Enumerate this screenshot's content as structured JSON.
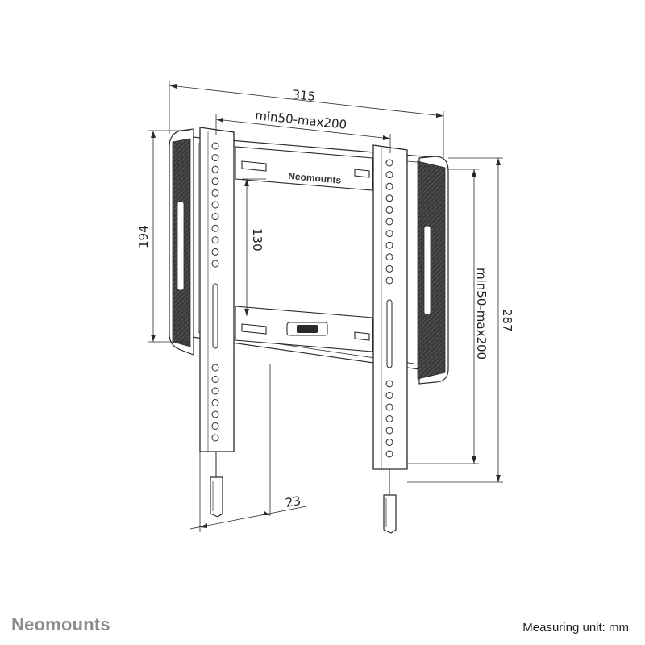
{
  "dimensions": {
    "overall_width": "315",
    "vesa_horizontal": "min50-max200",
    "rail_height": "194",
    "inner_spacing": "130",
    "vesa_vertical": "min50-max200",
    "overall_height": "287",
    "wall_depth": "23"
  },
  "plate_logo": "Neomounts",
  "footer": {
    "brand": "Neomounts",
    "measuring_unit": "Measuring unit: mm"
  },
  "colors": {
    "line": "#2a2a2a",
    "pad": "#3d3d3d",
    "brand_grey": "#8a8d90"
  }
}
